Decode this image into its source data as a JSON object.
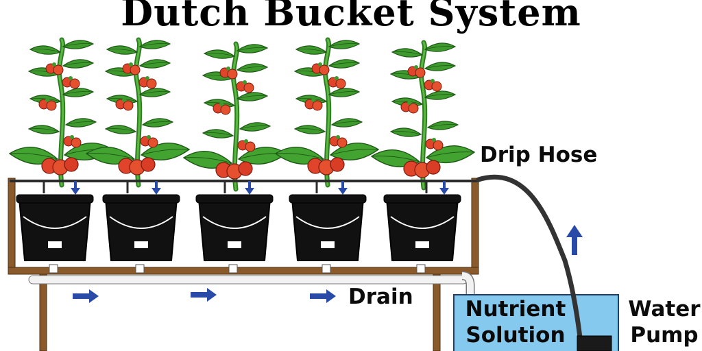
{
  "title": "Dutch Bucket System",
  "labels": {
    "drip_hose": "Drip Hose",
    "drain": "Drain",
    "nutrient_line1": "Nutrient",
    "nutrient_line2": "Solution",
    "pump_line1": "Water",
    "pump_line2": "Pump"
  },
  "plants": [
    {
      "id": "plant-1"
    },
    {
      "id": "plant-2"
    },
    {
      "id": "plant-3"
    },
    {
      "id": "plant-4"
    },
    {
      "id": "plant-5"
    }
  ],
  "colors": {
    "frame": "#8b5a2b",
    "bucket": "#111111",
    "leaf": "#3f9a2d",
    "stem": "#2e7d22",
    "tomato": "#e0452c",
    "arrow": "#2a4aa8",
    "reservoir": "#86c9ee",
    "hose": "#333333"
  }
}
